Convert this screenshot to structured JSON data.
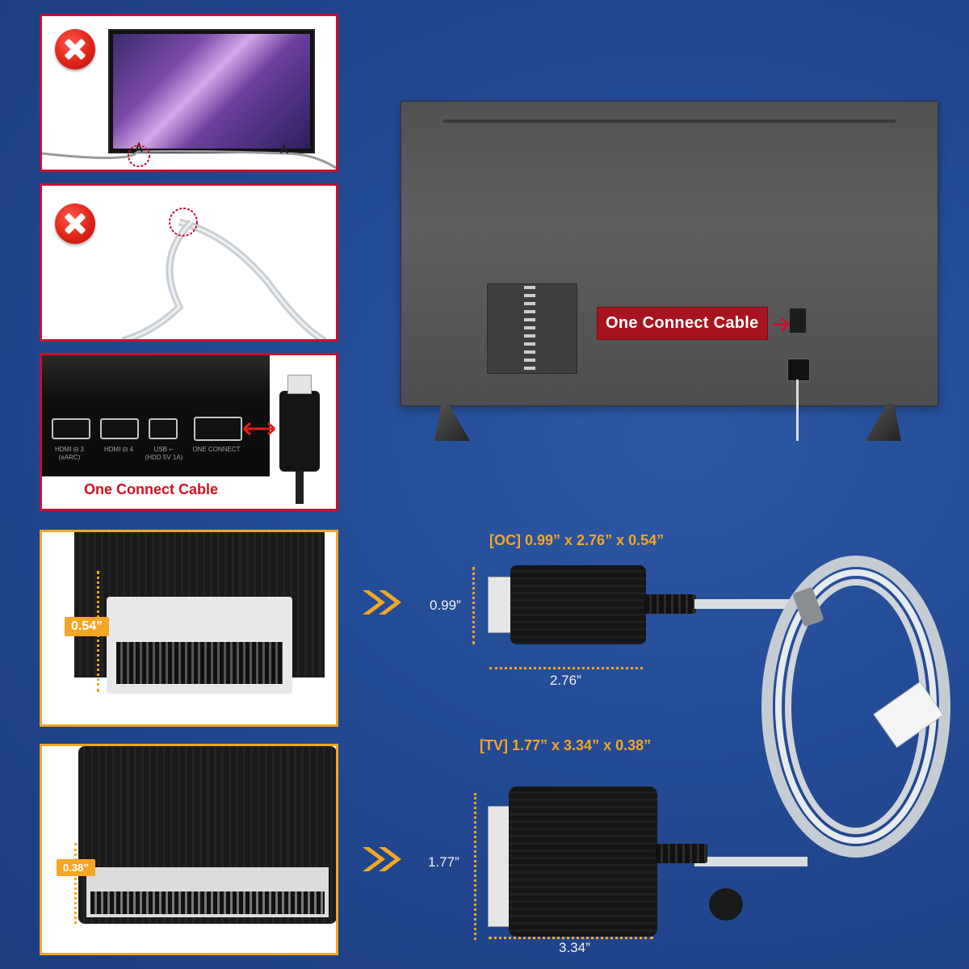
{
  "panels": {
    "tv_cable_tension": {
      "icon": "close-icon"
    },
    "cable_bend": {
      "icon": "close-icon"
    },
    "oc_box": {
      "caption": "One Connect Cable",
      "ports": [
        {
          "label": "HDMI ⊟ 3\n(eARC)"
        },
        {
          "label": "HDMI ⊟ 4"
        },
        {
          "label": "USB ⭠\n(HDD 5V 1A)"
        },
        {
          "label": "ONE CONNECT"
        }
      ]
    },
    "oc_connector_closeup": {
      "thickness": "0.54”"
    },
    "tv_connector_closeup": {
      "thickness": "0.38”"
    }
  },
  "tv_back": {
    "callout": "One Connect Cable"
  },
  "oc_end": {
    "title": "[OC] 0.99” x 2.76” x 0.54”",
    "height": "0.99”",
    "width": "2.76”"
  },
  "tv_end": {
    "title": "[TV] 1.77” x 3.34” x 0.38”",
    "height": "1.77”",
    "width": "3.34”"
  },
  "colors": {
    "background": "#234a94",
    "alert_red": "#c8102e",
    "accent_orange": "#f5a623"
  }
}
